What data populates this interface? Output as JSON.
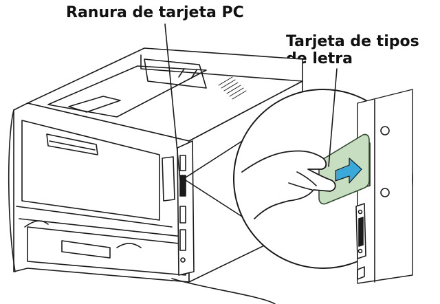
{
  "labels": {
    "pc_card_slot": "Ranura de tarjeta PC",
    "font_card_line1": "Tarjeta de tipos",
    "font_card_line2": "de letra"
  },
  "colors": {
    "line": "#1a1a1a",
    "card_fill": "#c7dfc0",
    "card_edge": "#2f4a2c",
    "arrow_fill": "#3aa8d8",
    "printer_fill": "#ffffff"
  }
}
